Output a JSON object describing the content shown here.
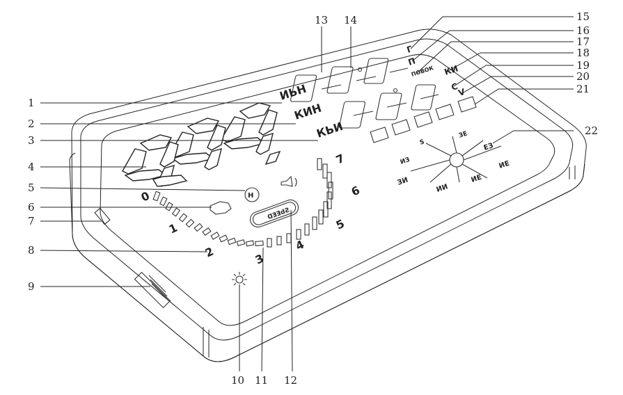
{
  "figure": {
    "callouts": [
      "1",
      "2",
      "3",
      "4",
      "5",
      "6",
      "7",
      "8",
      "9",
      "10",
      "11",
      "12",
      "13",
      "14",
      "15",
      "16",
      "17",
      "18",
      "19",
      "20",
      "21",
      "22"
    ],
    "unit_labels": [
      "ИЬН",
      "КИН",
      "КЬИ"
    ],
    "speed_scale": [
      "0",
      "1",
      "2",
      "3",
      "4",
      "5",
      "6",
      "7"
    ],
    "small_labels": [
      "Г",
      "П",
      "ПОВОК",
      "КИ",
      "С",
      "V"
    ],
    "speed_badge": "SbEED",
    "compass": [
      "ЗЕ",
      "S",
      "ИЗ",
      "ЕЗ",
      "ИЕ",
      "ЗИ",
      "ИИ",
      "ИЕ"
    ]
  }
}
